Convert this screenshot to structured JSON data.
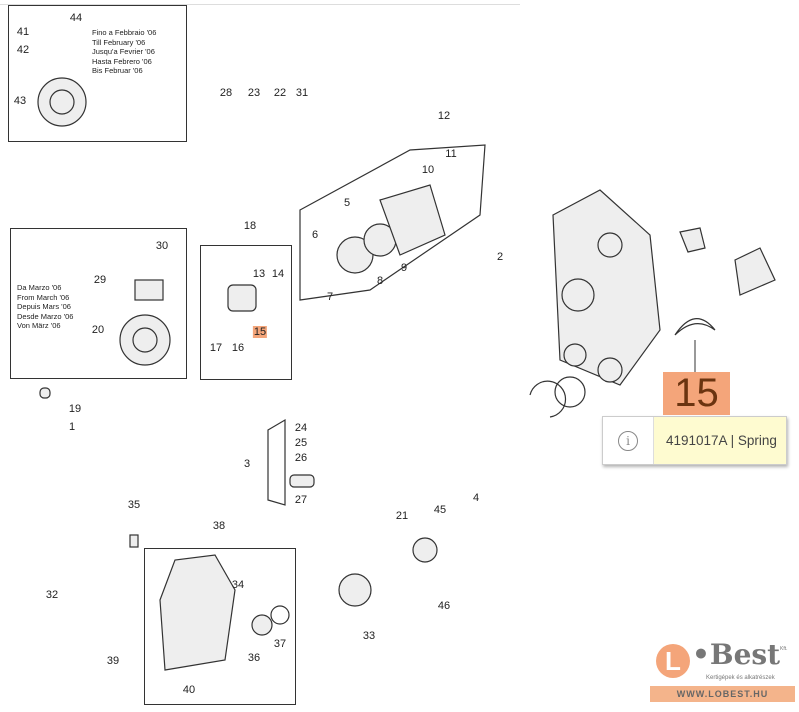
{
  "diagram": {
    "callouts": [
      "44",
      "41",
      "42",
      "43",
      "28",
      "23",
      "22",
      "31",
      "12",
      "11",
      "10",
      "5",
      "6",
      "9",
      "8",
      "7",
      "2",
      "18",
      "13",
      "14",
      "15",
      "17",
      "16",
      "30",
      "29",
      "20",
      "19",
      "1",
      "24",
      "25",
      "26",
      "3",
      "27",
      "35",
      "38",
      "34",
      "32",
      "39",
      "36",
      "37",
      "40",
      "4",
      "21",
      "45",
      "46",
      "33"
    ],
    "note_until": [
      "Fino a Febbraio '06",
      "Till February '06",
      "Jusqu'a Fevrier '06",
      "Hasta Febrero '06",
      "Bis Februar '06"
    ],
    "note_from": [
      "Da Marzo '06",
      "From March '06",
      "Depuis Mars '06",
      "Desde Marzo '06",
      "Von März '06"
    ]
  },
  "detail": {
    "highlight_number": "15",
    "tooltip": "4191017A | Spring",
    "tooltip_icon": "info-icon",
    "highlight_color": "#f4a57a"
  },
  "logo": {
    "letter": "L",
    "brand": "Best",
    "suffix": "Kft.",
    "tagline": "Kertigépek és alkatrészek",
    "url": "WWW.LOBEST.HU"
  }
}
